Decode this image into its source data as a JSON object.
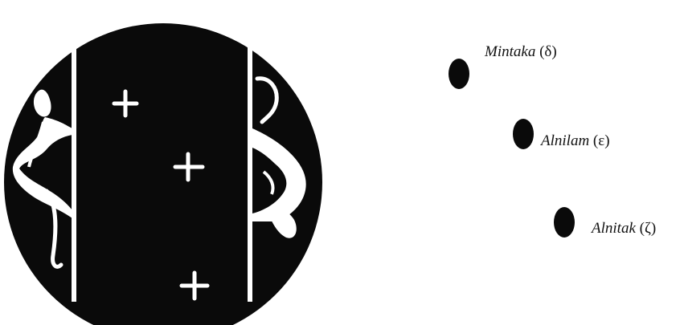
{
  "colors": {
    "ink": "#0a0a0a",
    "paper": "#ffffff"
  },
  "disk_icon": "round-disk-with-two-human-figures-and-three-cross-marks",
  "stars": [
    {
      "name": "Mintaka",
      "symbol": "(δ)"
    },
    {
      "name": "Alnilam",
      "symbol": "(ε)"
    },
    {
      "name": "Alnitak",
      "symbol": "(ζ)"
    }
  ]
}
